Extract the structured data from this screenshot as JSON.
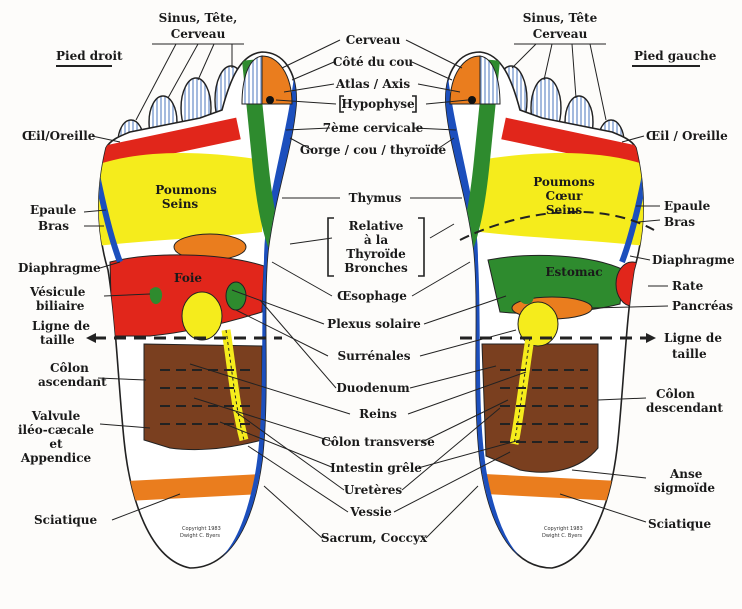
{
  "headings": {
    "left": "Pied droit",
    "right": "Pied gauche"
  },
  "top_group": {
    "left_line1": "Sinus, Tête,",
    "left_line2": "Cerveau",
    "right_line1": "Sinus, Tête",
    "right_line2": "Cerveau"
  },
  "center": {
    "cerveau": "Cerveau",
    "cote_cou": "Côté du cou",
    "atlas": "Atlas / Axis",
    "hypophyse": "Hypophyse",
    "cervicale": "7ème cervicale",
    "gorge": "Gorge / cou / thyroïde",
    "thymus": "Thymus",
    "relative_1": "Relative",
    "relative_2": "à la",
    "relative_3": "Thyroïde",
    "relative_4": "Bronches",
    "oesophage": "Œsophage",
    "plexus": "Plexus solaire",
    "surrenales": "Surrénales",
    "duodenum": "Duodenum",
    "reins": "Reins",
    "colon_transverse": "Côlon transverse",
    "intestin": "Intestin grêle",
    "ureteres": "Uretères",
    "vessie": "Vessie",
    "sacrum": "Sacrum, Coccyx"
  },
  "left": {
    "oeil": "Œil/Oreille",
    "epaule": "Epaule",
    "bras": "Bras",
    "diaphragme": "Diaphragme",
    "vesicule_1": "Vésicule",
    "vesicule_2": "biliaire",
    "ligne_1": "Ligne de",
    "ligne_2": "taille",
    "colon_1": "Côlon",
    "colon_2": "ascendant",
    "valvule_1": "Valvule",
    "valvule_2": "iléo-cæcale",
    "valvule_3": "et",
    "valvule_4": "Appendice",
    "sciatique": "Sciatique"
  },
  "right": {
    "oeil": "Œil / Oreille",
    "epaule": "Epaule",
    "bras": "Bras",
    "diaphragme": "Diaphragme",
    "rate": "Rate",
    "pancreas": "Pancréas",
    "ligne_1": "Ligne de",
    "ligne_2": "taille",
    "colon_1": "Côlon",
    "colon_2": "descendant",
    "anse_1": "Anse",
    "anse_2": "sigmoïde",
    "sciatique": "Sciatique"
  },
  "in_foot": {
    "left_poumons_1": "Poumons",
    "left_poumons_2": "Seins",
    "foie": "Foie",
    "right_poumons_1": "Poumons",
    "right_poumons_2": "Cœur",
    "right_poumons_3": "Seins",
    "estomac": "Estomac"
  },
  "copyright": {
    "line1": "Copyright 1983",
    "line2": "Dwight C. Byers"
  },
  "colors": {
    "yellow": "#f5ec1c",
    "green": "#2e8b2e",
    "red": "#e1261b",
    "orange": "#ea7d1e",
    "brown": "#7a3f1f",
    "blue": "#1c4fbd",
    "toe_blue": "#8ea8d6"
  }
}
